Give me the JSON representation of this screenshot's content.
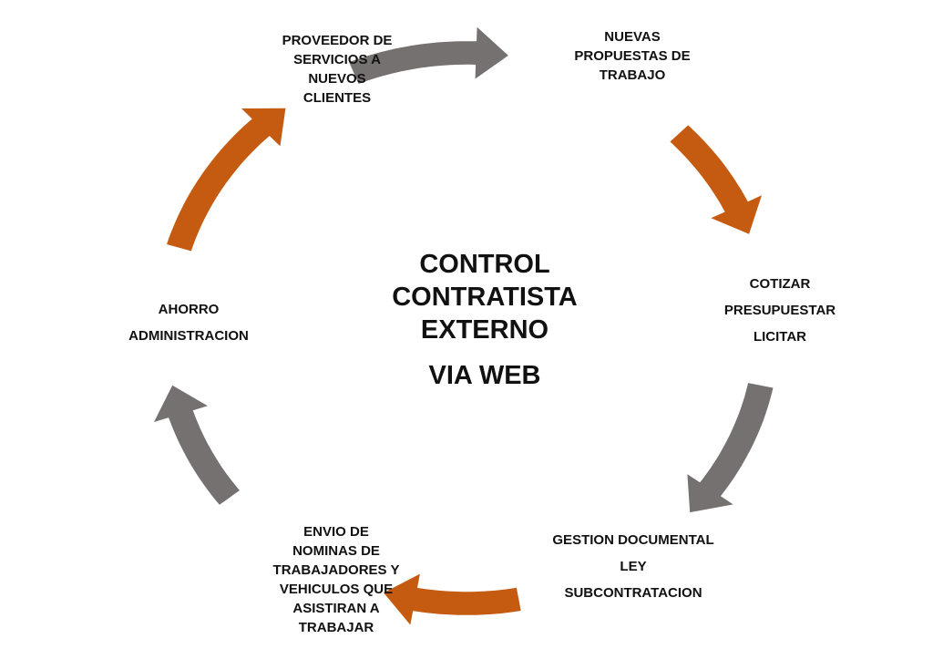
{
  "diagram": {
    "center": {
      "title_lines": [
        "CONTROL",
        "CONTRATISTA",
        "EXTERNO"
      ],
      "subtitle": "VIA WEB"
    },
    "nodes": [
      {
        "id": "proveedor",
        "lines": [
          "PROVEEDOR DE",
          "SERVICIOS A",
          "NUEVOS",
          "CLIENTES"
        ]
      },
      {
        "id": "nuevas",
        "lines": [
          "NUEVAS",
          "PROPUESTAS DE",
          "TRABAJO"
        ]
      },
      {
        "id": "cotizar",
        "lines": [
          "COTIZAR",
          "PRESUPUESTAR",
          "LICITAR"
        ]
      },
      {
        "id": "gestion",
        "lines": [
          "GESTION DOCUMENTAL",
          "LEY",
          "SUBCONTRATACION"
        ]
      },
      {
        "id": "envio",
        "lines": [
          "ENVIO DE",
          "NOMINAS DE",
          "TRABAJADORES Y",
          "VEHICULOS QUE",
          "ASISTIRAN A",
          "TRABAJAR"
        ]
      },
      {
        "id": "ahorro",
        "lines": [
          "AHORRO",
          "ADMINISTRACION"
        ]
      }
    ],
    "cycle_arrows": [
      {
        "from": "proveedor",
        "to": "nuevas",
        "color": "#767171"
      },
      {
        "from": "nuevas",
        "to": "cotizar",
        "color": "#C55A11"
      },
      {
        "from": "cotizar",
        "to": "gestion",
        "color": "#767171"
      },
      {
        "from": "gestion",
        "to": "envio",
        "color": "#C55A11"
      },
      {
        "from": "envio",
        "to": "ahorro",
        "color": "#767171"
      },
      {
        "from": "ahorro",
        "to": "proveedor",
        "color": "#C55A11"
      }
    ]
  }
}
